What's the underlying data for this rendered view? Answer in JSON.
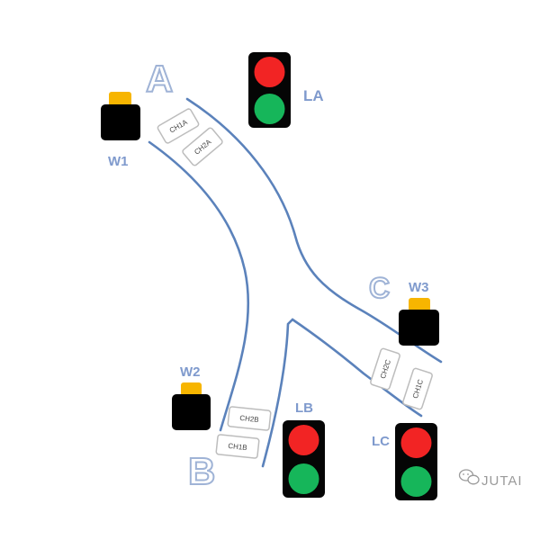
{
  "letters": {
    "a": "A",
    "b": "B",
    "c": "C"
  },
  "lights": {
    "la": "LA",
    "lb": "LB",
    "lc": "LC"
  },
  "workers": {
    "w1": "W1",
    "w2": "W2",
    "w3": "W3"
  },
  "sensors": {
    "ch1a": "CH1A",
    "ch2a": "CH2A",
    "ch2b": "CH2B",
    "ch1b": "CH1B",
    "ch2c": "CH2C",
    "ch1c": "CH1C"
  },
  "colors": {
    "road_edge": "#5b82bb",
    "label_blue": "#7f9acd",
    "light_red": "#f22424",
    "light_green": "#16b65a",
    "worker_cap": "#f7b500"
  },
  "watermark": {
    "icon": "wechat-icon",
    "text": "JUTAI"
  }
}
